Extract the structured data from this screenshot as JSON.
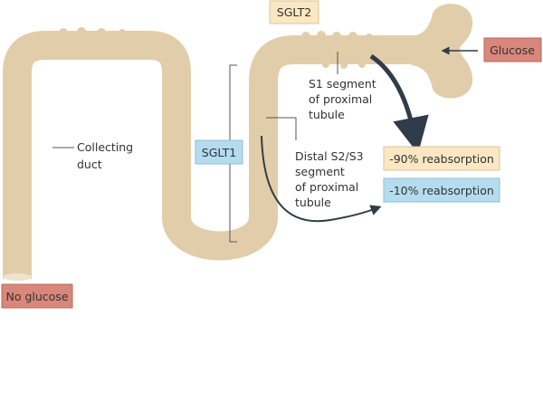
{
  "labels": {
    "sglt2": "SGLT2",
    "sglt1": "SGLT1",
    "glucose": "Glucose",
    "no_glucose": "No glucose",
    "reabsorption_90": "-90% reabsorption",
    "reabsorption_10": "-10% reabsorption",
    "collecting_duct": [
      "Collecting",
      "duct"
    ],
    "s1_segment": [
      "S1 segment",
      "of proximal",
      "tubule"
    ],
    "distal_segment": [
      "Distal S2/S3",
      "segment",
      "of proximal",
      "tubule"
    ]
  },
  "colors": {
    "tubule": "#e2cdab",
    "sglt2_box": "#fbe7c2",
    "sglt1_box": "#b5dcee",
    "glucose_box": "#d9877b",
    "arrow": "#2e3d49"
  }
}
